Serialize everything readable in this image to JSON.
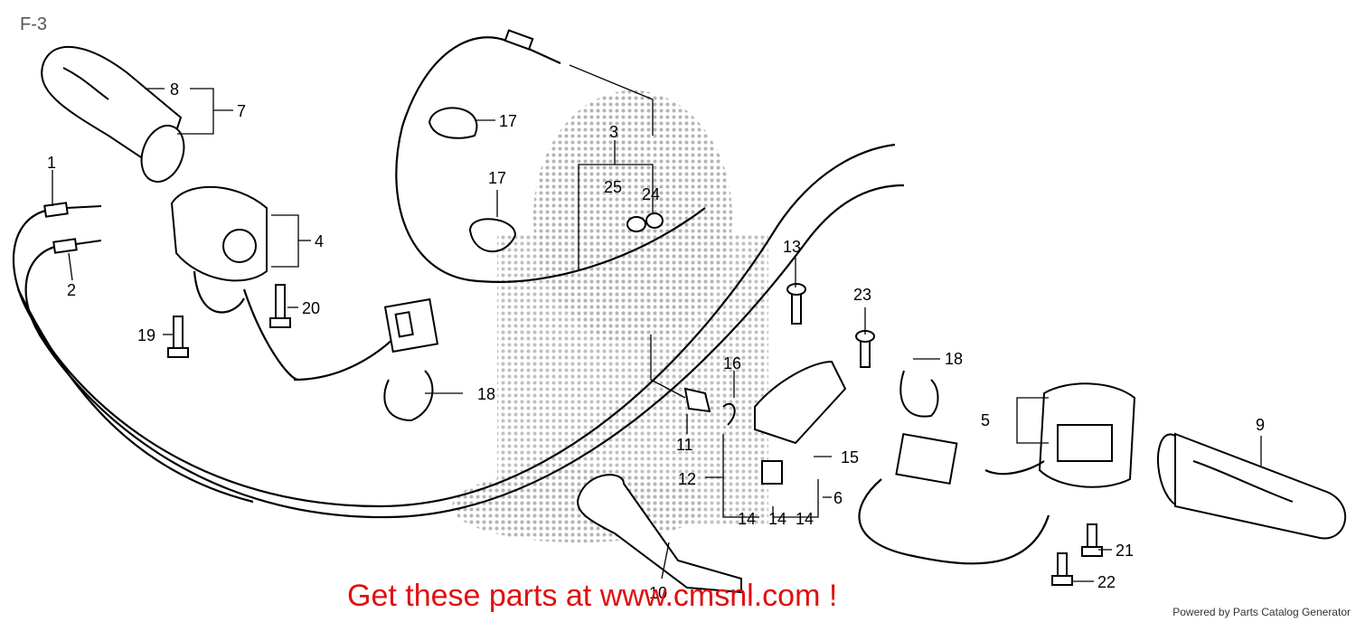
{
  "sheet_id": "F-3",
  "promo_text": "Get these parts at www.cmsnl.com !",
  "credit_text": "Powered by Parts Catalog Generator",
  "callouts": {
    "c1": "1",
    "c2": "2",
    "c3": "3",
    "c4": "4",
    "c5": "5",
    "c6": "6",
    "c7": "7",
    "c8": "8",
    "c9": "9",
    "c10": "10",
    "c11": "11",
    "c12": "12",
    "c13": "13",
    "c14a": "14",
    "c14b": "14",
    "c14c": "14",
    "c15": "15",
    "c16": "16",
    "c17a": "17",
    "c17b": "17",
    "c18a": "18",
    "c18b": "18",
    "c19": "19",
    "c20": "20",
    "c21": "21",
    "c22": "22",
    "c23": "23",
    "c24": "24",
    "c25": "25"
  },
  "colors": {
    "promo": "#e01010",
    "line": "#000000",
    "watermark": "#b5b5b5"
  }
}
